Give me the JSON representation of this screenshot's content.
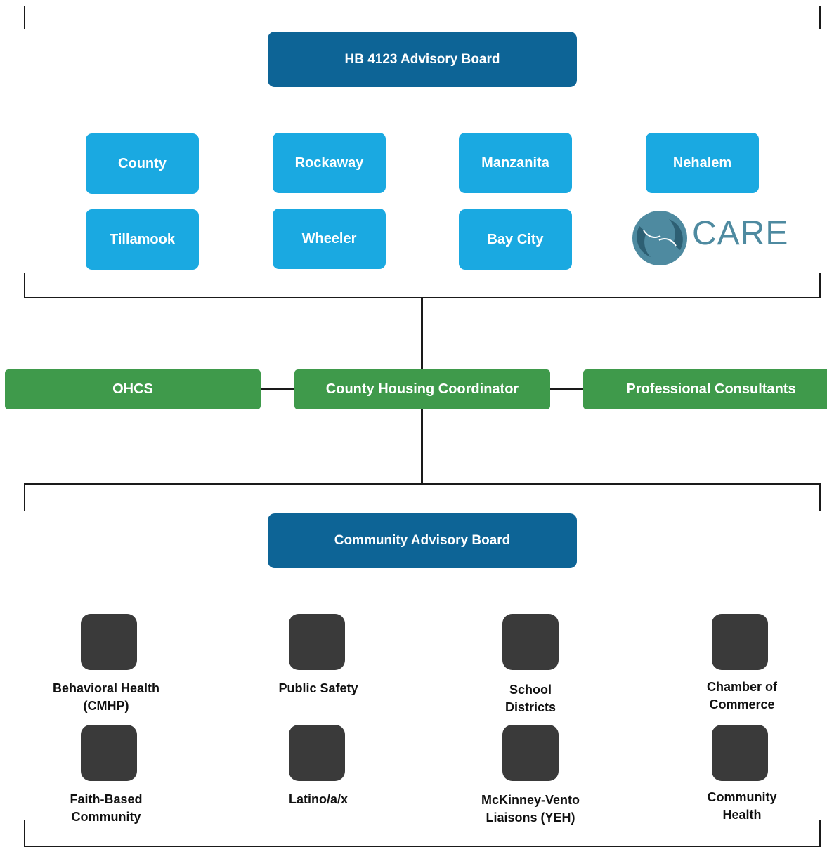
{
  "top_group": {
    "title": "HB 4123 Advisory Board",
    "members": [
      "County",
      "Rockaway",
      "Manzanita",
      "Nehalem",
      "Tillamook",
      "Wheeler",
      "Bay City"
    ],
    "logo": {
      "name": "care-logo",
      "text": "CARE"
    }
  },
  "middle_row": {
    "left": "OHCS",
    "center": "County Housing Coordinator",
    "right": "Professional Consultants"
  },
  "bottom_group": {
    "title": "Community Advisory Board",
    "members": [
      "Behavioral Health (CMHP)",
      "Public Safety",
      "School Districts",
      "Chamber of Commerce",
      "Faith-Based Community",
      "Latino/a/x",
      "McKinney-Vento Liaisons (YEH)",
      "Community Health"
    ]
  },
  "colors": {
    "dark_blue": "#0d6496",
    "light_blue": "#1aa9e1",
    "green": "#3f9a4b",
    "dark_square": "#3a3a3a",
    "care_logo": "#4e8aa0"
  }
}
